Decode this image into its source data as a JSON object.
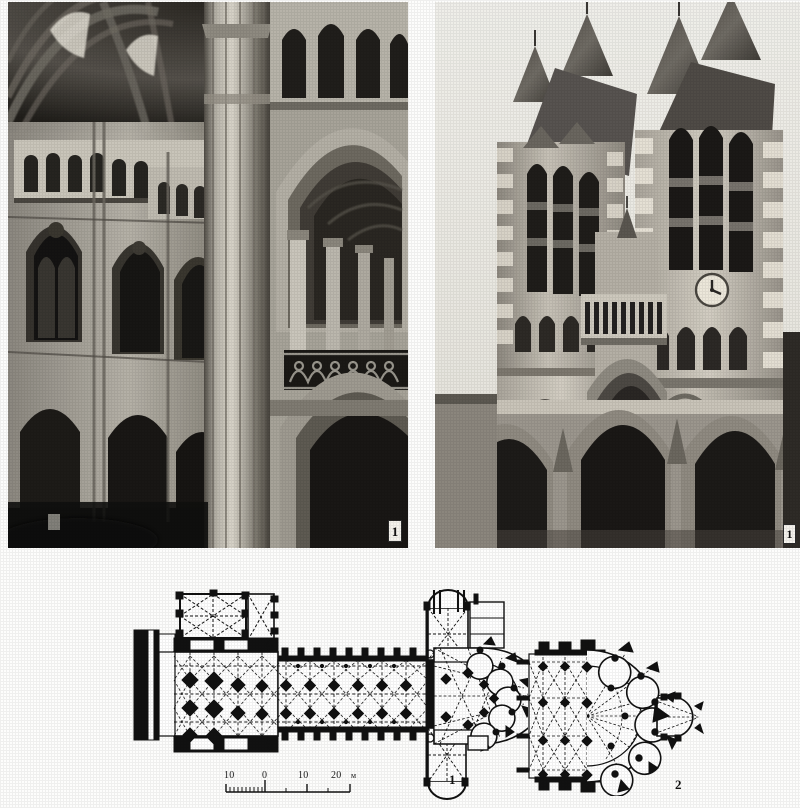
{
  "plate": {
    "background_color": "#fdfdfc",
    "ink_color": "#111111"
  },
  "figures": [
    {
      "id": "photo-interior",
      "kind": "photograph",
      "number": "1",
      "subject": "Gothic cathedral nave interior, compound pier, triforium gallery and aisle arcade",
      "tone": "monochrome halftone"
    },
    {
      "id": "photo-facade",
      "kind": "photograph",
      "number": "1",
      "subject": "Cathedral west facade with twin towers, spires, clock and porch arcade",
      "tone": "monochrome halftone"
    },
    {
      "id": "plan-nave",
      "kind": "plan",
      "number": "1",
      "subject": "Cathedral ground plan: westwork, nave with aisles, transept, choir and chevet with radiating chapels"
    },
    {
      "id": "plan-choir",
      "kind": "plan",
      "number": "2",
      "subject": "Choir and chevet plan detail with ambulatory and radiating chapels"
    }
  ],
  "scale": {
    "ticks": [
      "10",
      "0",
      "10",
      "20"
    ],
    "unit": "м"
  }
}
